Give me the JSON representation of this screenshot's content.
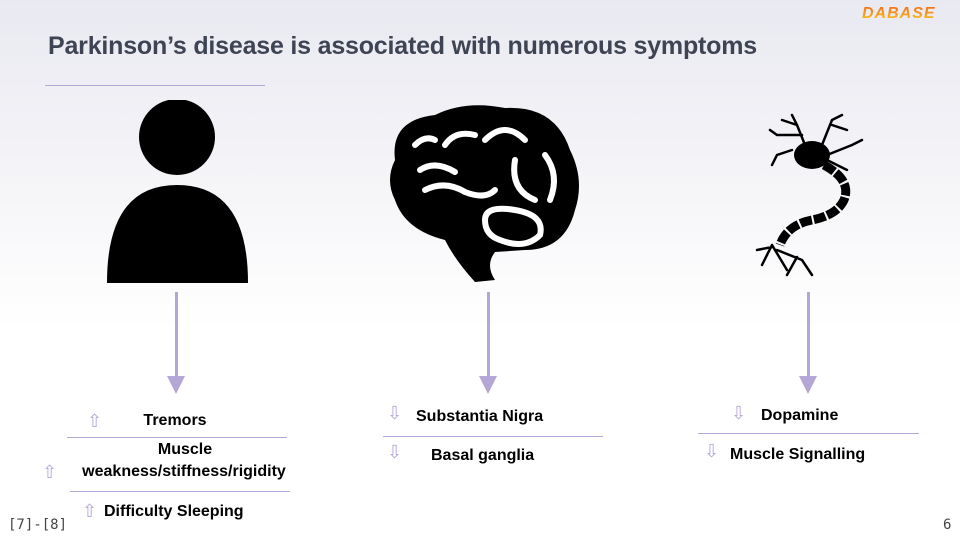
{
  "slide": {
    "title": "Parkinson’s disease is associated with numerous symptoms",
    "logo_text": "DABASE",
    "citation": "[7]-[8]",
    "page_number": "6",
    "accent_color": "#b4a7d6"
  },
  "columns": [
    {
      "icon": "person-icon",
      "items": [
        {
          "direction": "up",
          "label": "Tremors"
        },
        {
          "direction": "up",
          "label_line1": "Muscle",
          "label_line2": "weakness/stiffness/rigidity"
        },
        {
          "direction": "up",
          "label": "Difficulty Sleeping"
        }
      ]
    },
    {
      "icon": "brain-icon",
      "items": [
        {
          "direction": "down",
          "label": "Substantia Nigra"
        },
        {
          "direction": "down",
          "label": "Basal ganglia"
        }
      ]
    },
    {
      "icon": "neuron-icon",
      "items": [
        {
          "direction": "down",
          "label": "Dopamine"
        },
        {
          "direction": "down",
          "label": "Muscle Signalling"
        }
      ]
    }
  ]
}
